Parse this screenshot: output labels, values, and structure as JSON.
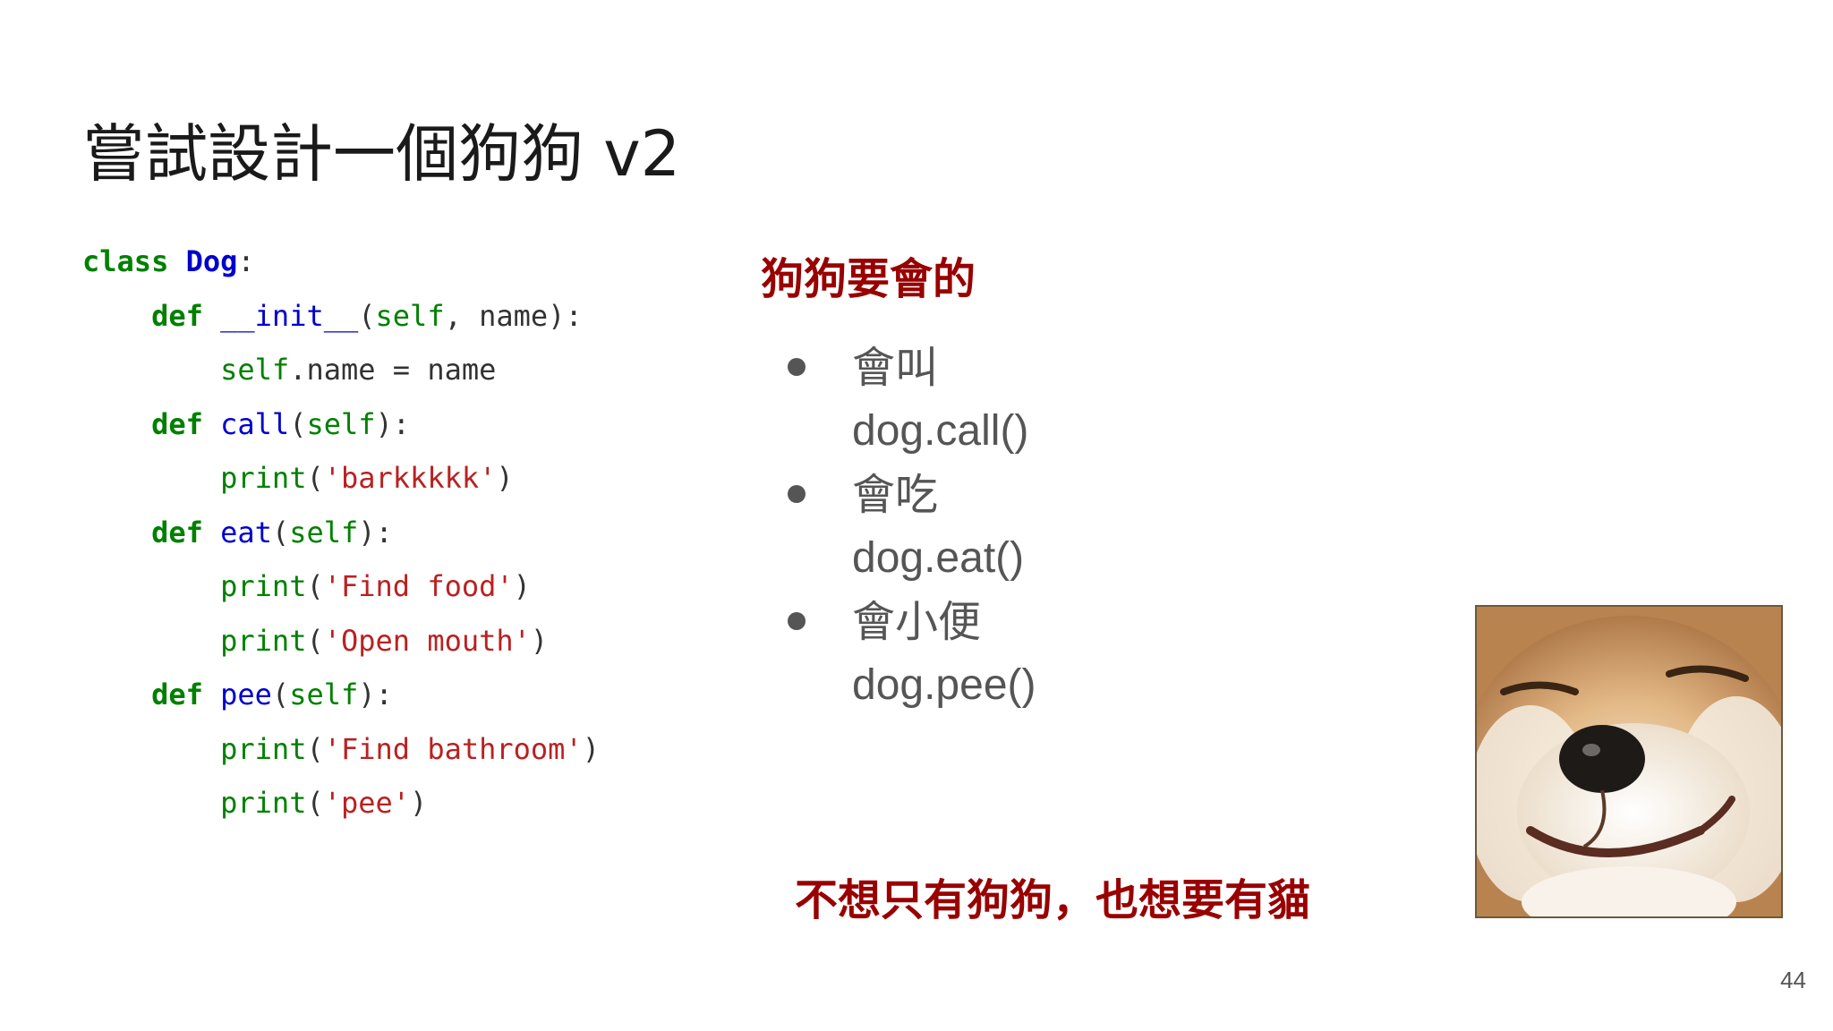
{
  "slide": {
    "title": "嘗試設計一個狗狗 v2",
    "page_number": "44"
  },
  "code": {
    "lines": [
      [
        {
          "t": "kw",
          "v": "class "
        },
        {
          "t": "cls",
          "v": "Dog"
        },
        {
          "t": "plain",
          "v": ":"
        }
      ],
      [
        {
          "t": "plain",
          "v": "    "
        },
        {
          "t": "kw",
          "v": "def "
        },
        {
          "t": "fn",
          "v": "__init__"
        },
        {
          "t": "plain",
          "v": "("
        },
        {
          "t": "bi",
          "v": "self"
        },
        {
          "t": "plain",
          "v": ", name):"
        }
      ],
      [
        {
          "t": "plain",
          "v": "        "
        },
        {
          "t": "bi",
          "v": "self"
        },
        {
          "t": "plain",
          "v": ".name = name"
        }
      ],
      [
        {
          "t": "plain",
          "v": "    "
        },
        {
          "t": "kw",
          "v": "def "
        },
        {
          "t": "fn",
          "v": "call"
        },
        {
          "t": "plain",
          "v": "("
        },
        {
          "t": "bi",
          "v": "self"
        },
        {
          "t": "plain",
          "v": "):"
        }
      ],
      [
        {
          "t": "plain",
          "v": "        "
        },
        {
          "t": "bi",
          "v": "print"
        },
        {
          "t": "plain",
          "v": "("
        },
        {
          "t": "str",
          "v": "'barkkkkk'"
        },
        {
          "t": "plain",
          "v": ")"
        }
      ],
      [
        {
          "t": "plain",
          "v": "    "
        },
        {
          "t": "kw",
          "v": "def "
        },
        {
          "t": "fn",
          "v": "eat"
        },
        {
          "t": "plain",
          "v": "("
        },
        {
          "t": "bi",
          "v": "self"
        },
        {
          "t": "plain",
          "v": "):"
        }
      ],
      [
        {
          "t": "plain",
          "v": "        "
        },
        {
          "t": "bi",
          "v": "print"
        },
        {
          "t": "plain",
          "v": "("
        },
        {
          "t": "str",
          "v": "'Find food'"
        },
        {
          "t": "plain",
          "v": ")"
        }
      ],
      [
        {
          "t": "plain",
          "v": "        "
        },
        {
          "t": "bi",
          "v": "print"
        },
        {
          "t": "plain",
          "v": "("
        },
        {
          "t": "str",
          "v": "'Open mouth'"
        },
        {
          "t": "plain",
          "v": ")"
        }
      ],
      [
        {
          "t": "plain",
          "v": "    "
        },
        {
          "t": "kw",
          "v": "def "
        },
        {
          "t": "fn",
          "v": "pee"
        },
        {
          "t": "plain",
          "v": "("
        },
        {
          "t": "bi",
          "v": "self"
        },
        {
          "t": "plain",
          "v": "):"
        }
      ],
      [
        {
          "t": "plain",
          "v": "        "
        },
        {
          "t": "bi",
          "v": "print"
        },
        {
          "t": "plain",
          "v": "("
        },
        {
          "t": "str",
          "v": "'Find bathroom'"
        },
        {
          "t": "plain",
          "v": ")"
        }
      ],
      [
        {
          "t": "plain",
          "v": "        "
        },
        {
          "t": "bi",
          "v": "print"
        },
        {
          "t": "plain",
          "v": "("
        },
        {
          "t": "str",
          "v": "'pee'"
        },
        {
          "t": "plain",
          "v": ")"
        }
      ]
    ]
  },
  "requirements": {
    "heading": "狗狗要會的",
    "items": [
      {
        "label": "會叫",
        "code": "dog.call()"
      },
      {
        "label": "會吃",
        "code": "dog.eat()"
      },
      {
        "label": "會小便",
        "code": "dog.pee()"
      }
    ]
  },
  "note": "不想只有狗狗，也想要有貓",
  "photo": {
    "subject": "shiba-inu-smiling"
  },
  "colors": {
    "accent_red": "#990000",
    "keyword_green": "#008000",
    "name_blue": "#0000cc",
    "string_red": "#ba2121",
    "bullet_gray": "#555555"
  }
}
